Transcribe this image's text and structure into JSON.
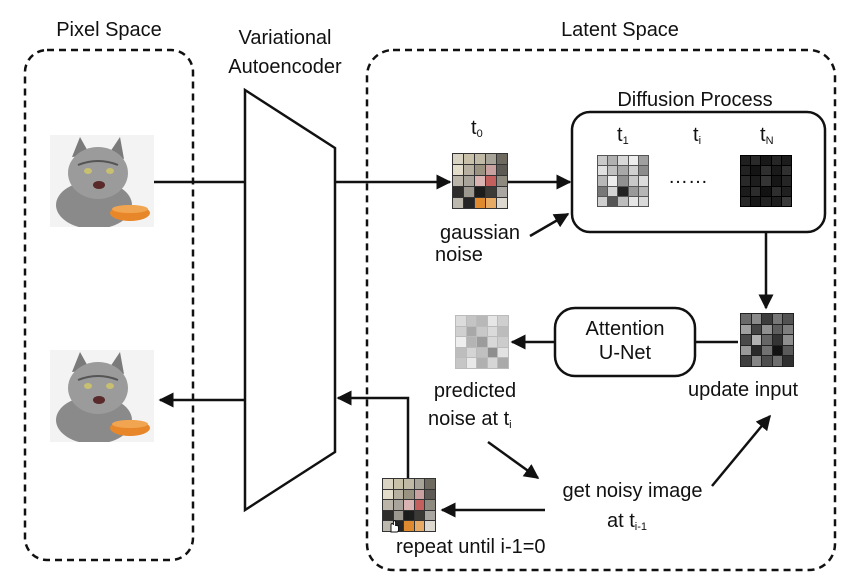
{
  "labels": {
    "pixel_space": "Pixel Space",
    "vae_line1": "Variational",
    "vae_line2": "Autoencoder",
    "latent_space": "Latent Space",
    "diffusion_process": "Diffusion Process",
    "t0_main": "t",
    "t0_sub": "0",
    "t1_main": "t",
    "t1_sub": "1",
    "ti_main": "t",
    "ti_sub": "i",
    "tN_main": "t",
    "tN_sub": "N",
    "ellipsis": "……",
    "gaussian": "gaussian",
    "noise": "noise",
    "attention_line1": "Attention",
    "attention_line2": "U-Net",
    "update_input": "update input",
    "predicted_line1": "predicted",
    "predicted_line2_main": "noise at t",
    "predicted_line2_sub": "i",
    "noisy_line1": "get noisy image",
    "noisy_line2_main": "at t",
    "noisy_line2_sub": "i-1",
    "repeat_until": "repeat until i-1=0"
  },
  "icons": {
    "cat_input": "cat-photo",
    "cat_output": "cat-photo",
    "repeat_cursor": "hand-cursor-icon"
  },
  "grids": {
    "t0": [
      "#d8d3c2",
      "#c8c0a8",
      "#bfb9a6",
      "#a9a49a",
      "#6f6a60",
      "#e3dccb",
      "#b7b0a0",
      "#9a9280",
      "#c9a0a0",
      "#5d5a55",
      "#bab5a8",
      "#a8a49c",
      "#d9b2b2",
      "#c3605e",
      "#8e8a80",
      "#2e2d2b",
      "#9c9890",
      "#1c1c1c",
      "#3b3a36",
      "#a9a5a0",
      "#bdb8ae",
      "#252525",
      "#e08a30",
      "#e8ab65",
      "#ddd9d0"
    ],
    "t1": [
      "#c9c9c9",
      "#b0b0b0",
      "#d8d8d8",
      "#eeeeee",
      "#a0a0a0",
      "#e0e0e0",
      "#c0c0c0",
      "#a8a8a8",
      "#d0d0d0",
      "#8c8c8c",
      "#b8b8b8",
      "#ededed",
      "#909090",
      "#c8c8c8",
      "#dcdcdc",
      "#787878",
      "#d4d4d4",
      "#222222",
      "#9a9a9a",
      "#b5b5b5",
      "#cfcfcf",
      "#555555",
      "#bdbdbd",
      "#e6e6e6",
      "#d9d9d9"
    ],
    "tN": [
      "#1f1f1f",
      "#2a2a2a",
      "#181818",
      "#262626",
      "#1c1c1c",
      "#222222",
      "#141414",
      "#2f2f2f",
      "#1a1a1a",
      "#303030",
      "#292929",
      "#1d1d1d",
      "#343434",
      "#161616",
      "#252525",
      "#1b1b1b",
      "#2c2c2c",
      "#121212",
      "#2e2e2e",
      "#202020",
      "#272727",
      "#171717",
      "#232323",
      "#1e1e1e",
      "#3a3a3a"
    ],
    "update": [
      "#6a6a6a",
      "#8a8a8a",
      "#3c3c3c",
      "#777777",
      "#525252",
      "#a0a0a0",
      "#454545",
      "#909090",
      "#5e5e5e",
      "#7e7e7e",
      "#4a4a4a",
      "#b2b2b2",
      "#666666",
      "#343434",
      "#8e8e8e",
      "#999999",
      "#2a2a2a",
      "#727272",
      "#121212",
      "#5a5a5a",
      "#3f3f3f",
      "#858585",
      "#4e4e4e",
      "#6e6e6e",
      "#2f2f2f"
    ],
    "predicted": [
      "#dcdcdc",
      "#c4c4c4",
      "#b8b8b8",
      "#e6e6e6",
      "#cfcfcf",
      "#d0d0d0",
      "#a8a8a8",
      "#c8c8c8",
      "#dadada",
      "#bcbcbc",
      "#eeeeee",
      "#b4b4b4",
      "#9c9c9c",
      "#d8d8d8",
      "#cccccc",
      "#bdbdbd",
      "#d4d4d4",
      "#c0c0c0",
      "#8e8e8e",
      "#e2e2e2",
      "#c6c6c6",
      "#e9e9e9",
      "#b0b0b0",
      "#d6d6d6",
      "#aaaaaa"
    ],
    "repeat": [
      "#d8d3c2",
      "#c8c0a8",
      "#bfb9a6",
      "#a9a49a",
      "#6f6a60",
      "#e3dccb",
      "#b7b0a0",
      "#9a9280",
      "#c9a0a0",
      "#5d5a55",
      "#bab5a8",
      "#a8a49c",
      "#d9b2b2",
      "#c3605e",
      "#8e8a80",
      "#2e2d2b",
      "#9c9890",
      "#1c1c1c",
      "#3b3a36",
      "#a9a5a0",
      "#bdb8ae",
      "#252525",
      "#e08a30",
      "#e8ab65",
      "#ddd9d0"
    ]
  }
}
